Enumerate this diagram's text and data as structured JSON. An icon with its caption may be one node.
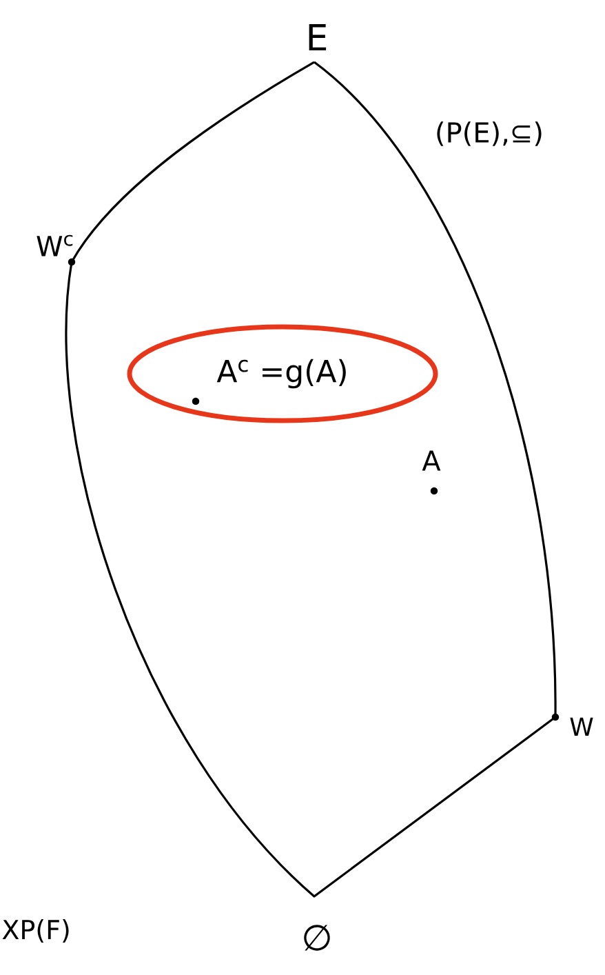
{
  "diagram": {
    "nodes": [
      {
        "text": [
          "A$^{c}$ =g(A)"
        ]
      }
    ],
    "labels": [
      "E",
      "(P(E),⊆)",
      "W$^{c}$",
      "A",
      "W",
      "XP(F)",
      "∅"
    ]
  }
}
